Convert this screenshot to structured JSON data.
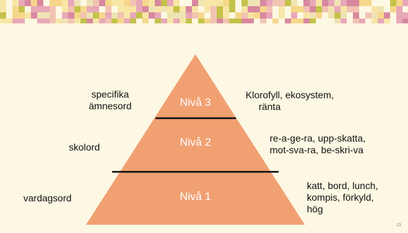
{
  "colors": {
    "background": "#fdf8e3",
    "pyramid_fill": "#f1a072",
    "divider": "#111111",
    "level_text": "#ffffff",
    "banner_palette": [
      "#e8a8b8",
      "#f6d78a",
      "#f2c3b2",
      "#f7e6a6",
      "#d8889e",
      "#c4c24a",
      "#efe3b4"
    ]
  },
  "levels": [
    {
      "name": "Nivå 3",
      "category": [
        "specifika",
        "ämnesord"
      ],
      "examples": [
        "Klorofyll, ekosystem,",
        "ränta"
      ]
    },
    {
      "name": "Nivå 2",
      "category": [
        "skolord"
      ],
      "examples": [
        "re-a-ge-ra, upp-skatta,",
        "mot-sva-ra, be-skri-va"
      ]
    },
    {
      "name": "Nivå 1",
      "category": [
        "vardagsord"
      ],
      "examples": [
        "katt, bord, lunch,",
        "kompis, förkyld,",
        "hög"
      ]
    }
  ],
  "page_number": "23"
}
